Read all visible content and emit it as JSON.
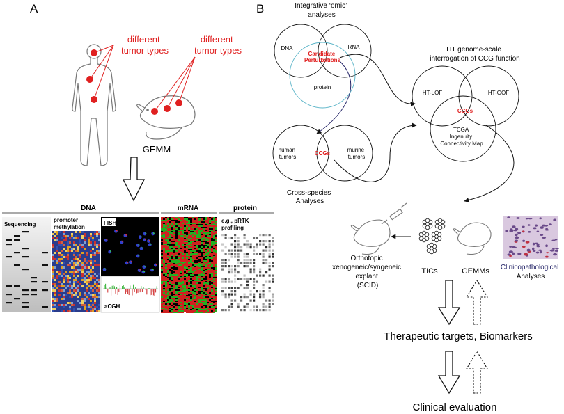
{
  "panel_a": {
    "label": "A",
    "tumor_label_1": [
      "different",
      "tumor types"
    ],
    "tumor_label_2": [
      "different",
      "tumor types"
    ],
    "gemm": "GEMM",
    "headers": {
      "dna": "DNA",
      "mrna": "mRNA",
      "protein": "protein"
    },
    "sequencing": "Sequencing",
    "methylation": [
      "promoter",
      "methylation"
    ],
    "fish": "FISH",
    "acgh": "aCGH",
    "prtk": [
      "e.g., pRTK",
      "profiling"
    ]
  },
  "panel_b": {
    "label": "B",
    "omic_title": [
      "Integrative ‘omic’",
      "analyses"
    ],
    "omic_dna": "DNA",
    "omic_rna": "RNA",
    "omic_center": [
      "Candidate",
      "Perturbations"
    ],
    "omic_protein": "protein",
    "cross_human": [
      "human",
      "tumors"
    ],
    "cross_murine": [
      "murine",
      "tumors"
    ],
    "cross_center": "CCGs",
    "cross_title": [
      "Cross-species",
      "Analyses"
    ],
    "ht_title": [
      "HT genome-scale",
      "interrogation of CCG function"
    ],
    "ht_lof": "HT-LOF",
    "ht_gof": "HT-GOF",
    "ht_center": "CCGs",
    "ht_bottom": [
      "TCGA",
      "Ingenuity",
      "Connectivity Map"
    ],
    "explant": [
      "Orthotopic",
      "xenogeneic/syngeneic",
      "explant",
      "(SCID)"
    ],
    "tics": "TICs",
    "gemms": "GEMMs",
    "clinico": [
      "Clinicopathological",
      "Analyses"
    ],
    "therapeutic": "Therapeutic targets, Biomarkers",
    "clinical": "Clinical evaluation"
  },
  "colors": {
    "red": "#e02020",
    "teal": "#5ab4c8",
    "dark_blue": "#222266"
  }
}
